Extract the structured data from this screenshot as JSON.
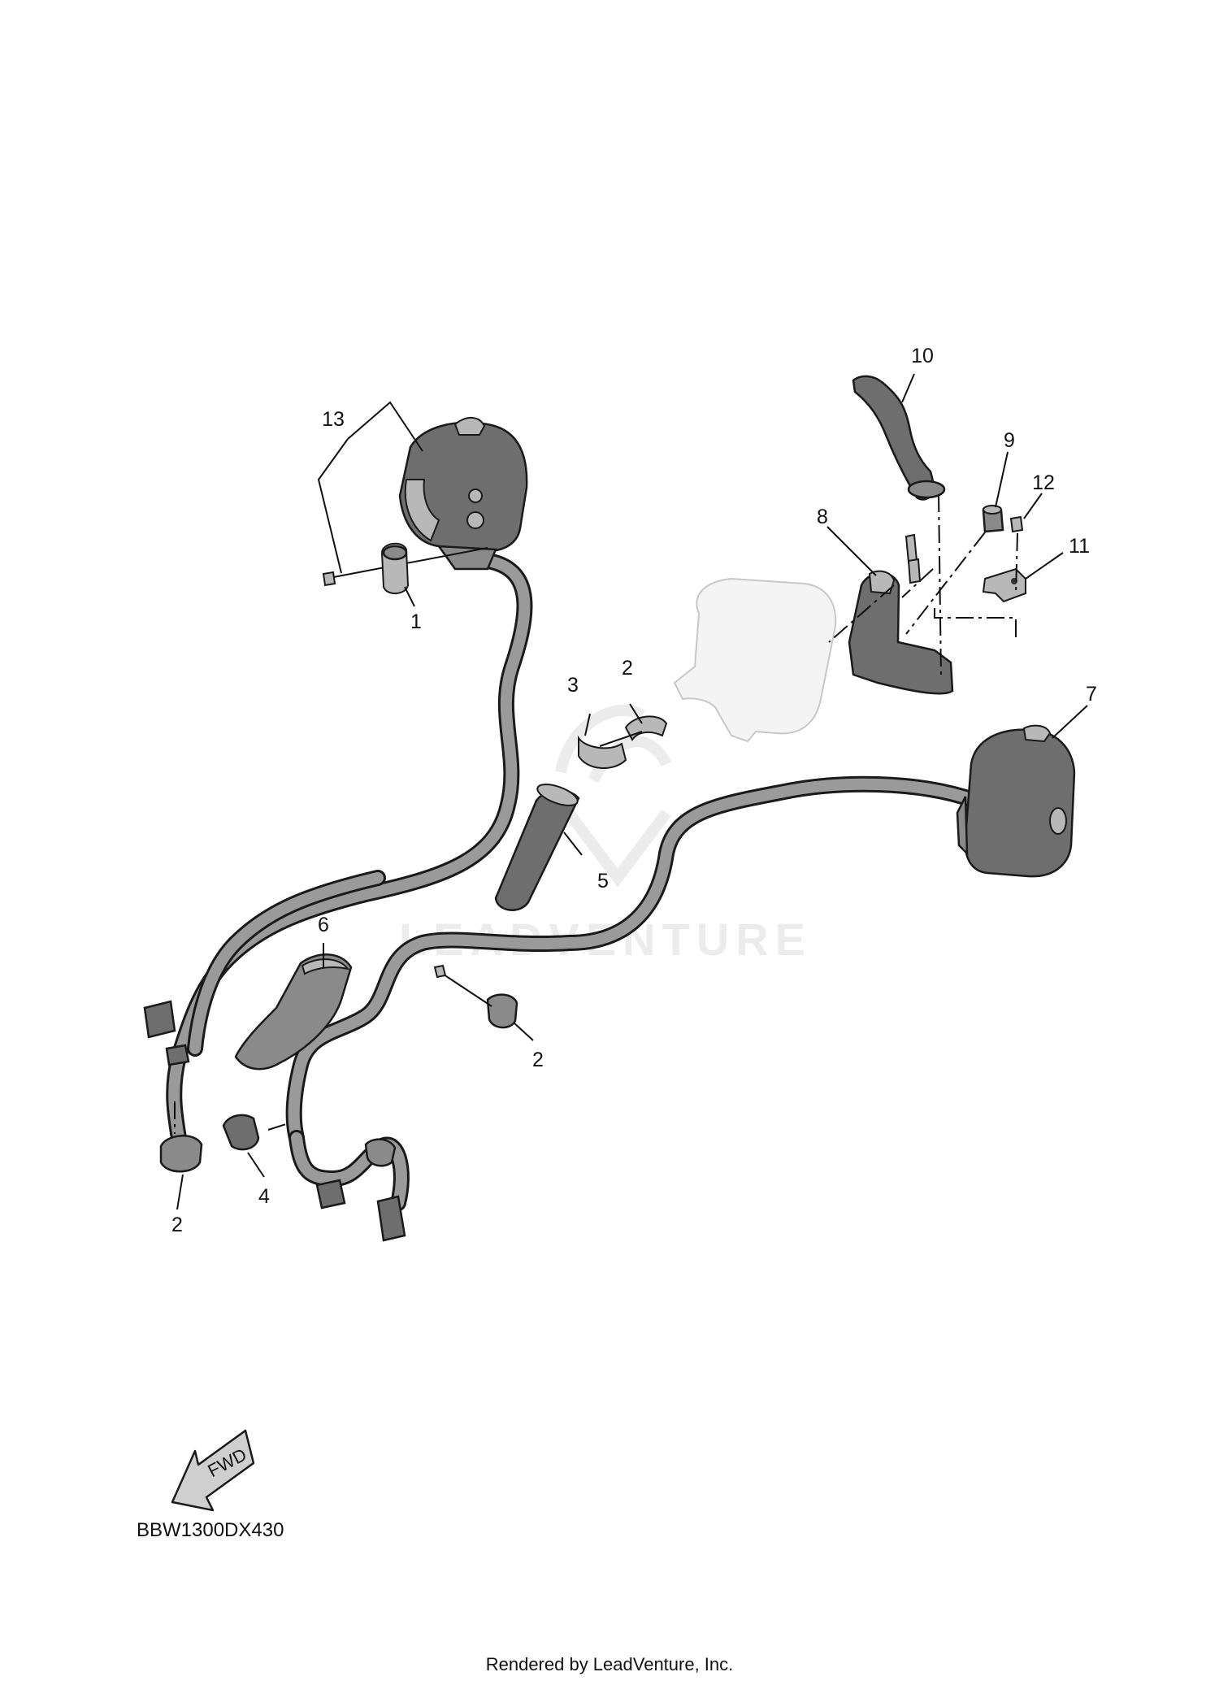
{
  "diagram": {
    "callouts": {
      "c1": "1",
      "c2a": "2",
      "c2b": "2",
      "c2c": "2",
      "c3": "3",
      "c4": "4",
      "c5": "5",
      "c6": "6",
      "c7": "7",
      "c8": "8",
      "c9": "9",
      "c10": "10",
      "c11": "11",
      "c12": "12",
      "c13": "13"
    },
    "diagram_code": "BBW1300DX430",
    "fwd_label": "FWD",
    "watermark": "LEADVENTURE"
  },
  "footer": {
    "rendered_by": "Rendered by LeadVenture, Inc."
  }
}
